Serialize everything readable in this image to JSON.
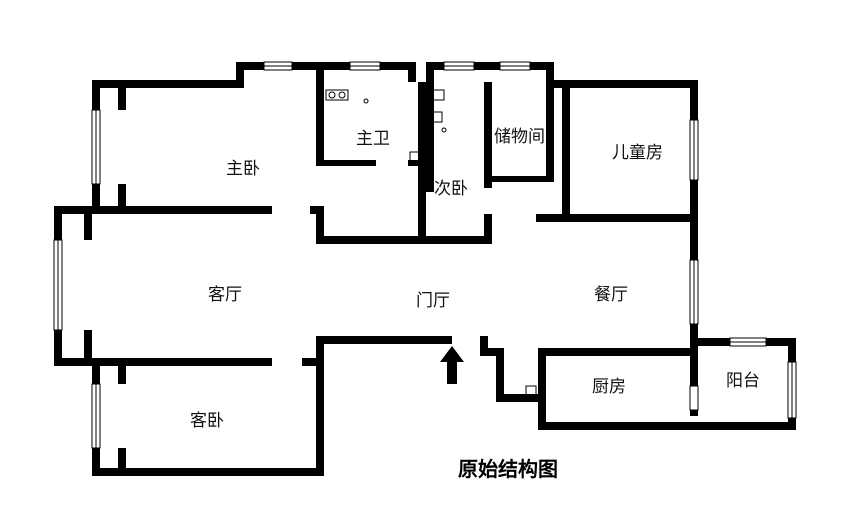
{
  "title": "原始结构图",
  "rooms": {
    "master_bedroom": "主卧",
    "master_bath": "主卫",
    "storage": "储物间",
    "second_bedroom": "次卧",
    "kids_room": "儿童房",
    "living_room": "客厅",
    "foyer": "门厅",
    "dining_room": "餐厅",
    "guest_bedroom": "客卧",
    "kitchen": "厨房",
    "balcony": "阳台"
  },
  "entrance_icon": "up-arrow",
  "colors": {
    "walls": "#000000",
    "background": "#ffffff"
  }
}
